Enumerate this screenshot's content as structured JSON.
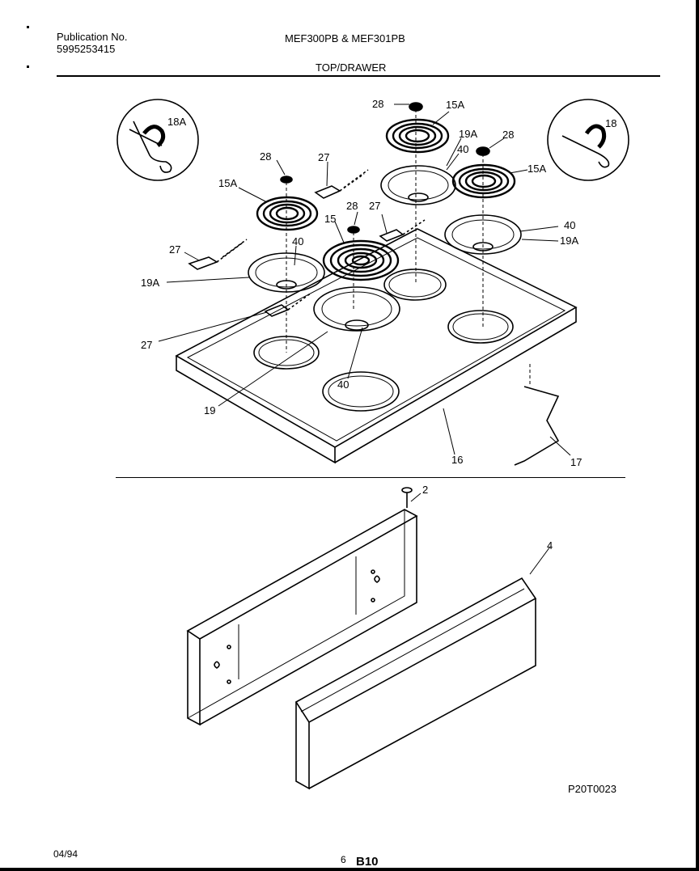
{
  "header": {
    "publication_label": "Publication No.",
    "publication_number": "5995253415",
    "models": "MEF300PB & MEF301PB",
    "section": "TOP/DRAWER"
  },
  "callouts": {
    "c18A": "18A",
    "c18": "18",
    "c28a": "28",
    "c15Aa": "15A",
    "c19Aa": "19A",
    "c28b": "28",
    "c40a": "40",
    "c15Ab": "15A",
    "c28c": "28",
    "c27a": "27",
    "c15Ac": "15A",
    "c28d": "28",
    "c27b": "27",
    "c40b": "40",
    "c19Ab": "19A",
    "c27c": "27",
    "c15": "15",
    "c40c": "40",
    "c19Ac": "19A",
    "c27d": "27",
    "c40d": "40",
    "c19": "19",
    "c16": "16",
    "c17": "17",
    "c2": "2",
    "c4": "4"
  },
  "footer": {
    "date": "04/94",
    "page": "6",
    "section_code": "B10",
    "figure_code": "P20T0023"
  }
}
